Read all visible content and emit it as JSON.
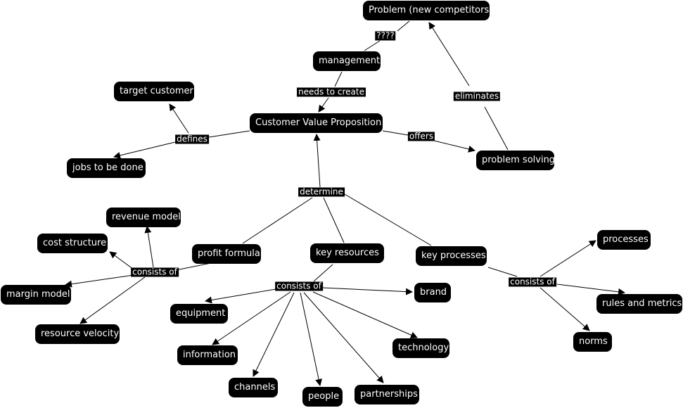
{
  "concepts": {
    "problem": "Problem (new competitors)",
    "management": "management",
    "target_customer": "target customer",
    "cvp": "Customer Value Proposition",
    "jobs": "jobs to be done",
    "problem_solving": "problem solving",
    "revenue_model": "revenue model",
    "cost_structure": "cost structure",
    "profit_formula": "profit formula",
    "key_resources": "key resources",
    "key_processes": "key processes",
    "processes": "processes",
    "margin_model": "margin model",
    "brand": "brand",
    "rules_metrics": "rules and metrics",
    "equipment": "equipment",
    "resource_velocity": "resource velocity",
    "norms": "norms",
    "information": "information",
    "technology": "technology",
    "channels": "channels",
    "people": "people",
    "partnerships": "partnerships"
  },
  "links": {
    "qqqq": "????",
    "needs_to_create": "needs to create",
    "eliminates": "eliminates",
    "defines": "defines",
    "offers": "offers",
    "determine": "determine",
    "consists_left": "consists of",
    "consists_mid": "consists of",
    "consists_right": "consists of"
  }
}
